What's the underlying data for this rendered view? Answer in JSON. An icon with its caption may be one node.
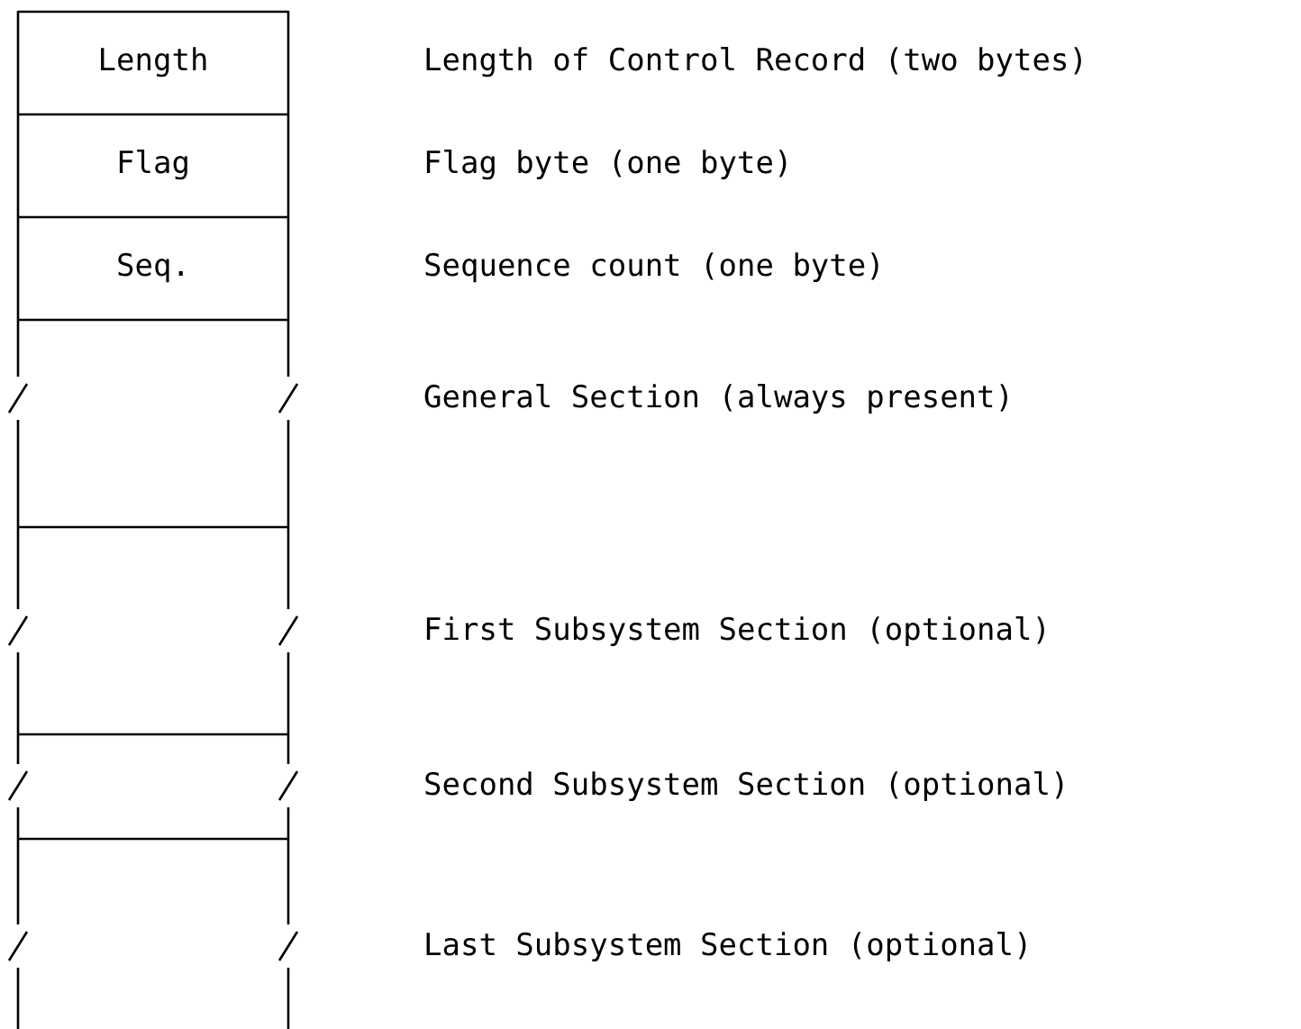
{
  "diagram": {
    "nodes": [
      {
        "text": [
          "Length"
        ]
      },
      {
        "text": [
          "Flag"
        ]
      },
      {
        "text": [
          "Seq."
        ]
      },
      {
        "text": [],
        "shape": "box"
      },
      {
        "text": [],
        "shape": "box"
      },
      {
        "text": [],
        "shape": "box"
      },
      {
        "text": [],
        "shape": "box"
      }
    ],
    "labels": [
      "Length of Control Record (two bytes)",
      "Flag byte (one byte)",
      "Sequence count (one byte)",
      "General Section (always present)",
      "First Subsystem Section (optional)",
      "Second Subsystem Section (optional)",
      "Last Subsystem Section (optional)"
    ]
  }
}
